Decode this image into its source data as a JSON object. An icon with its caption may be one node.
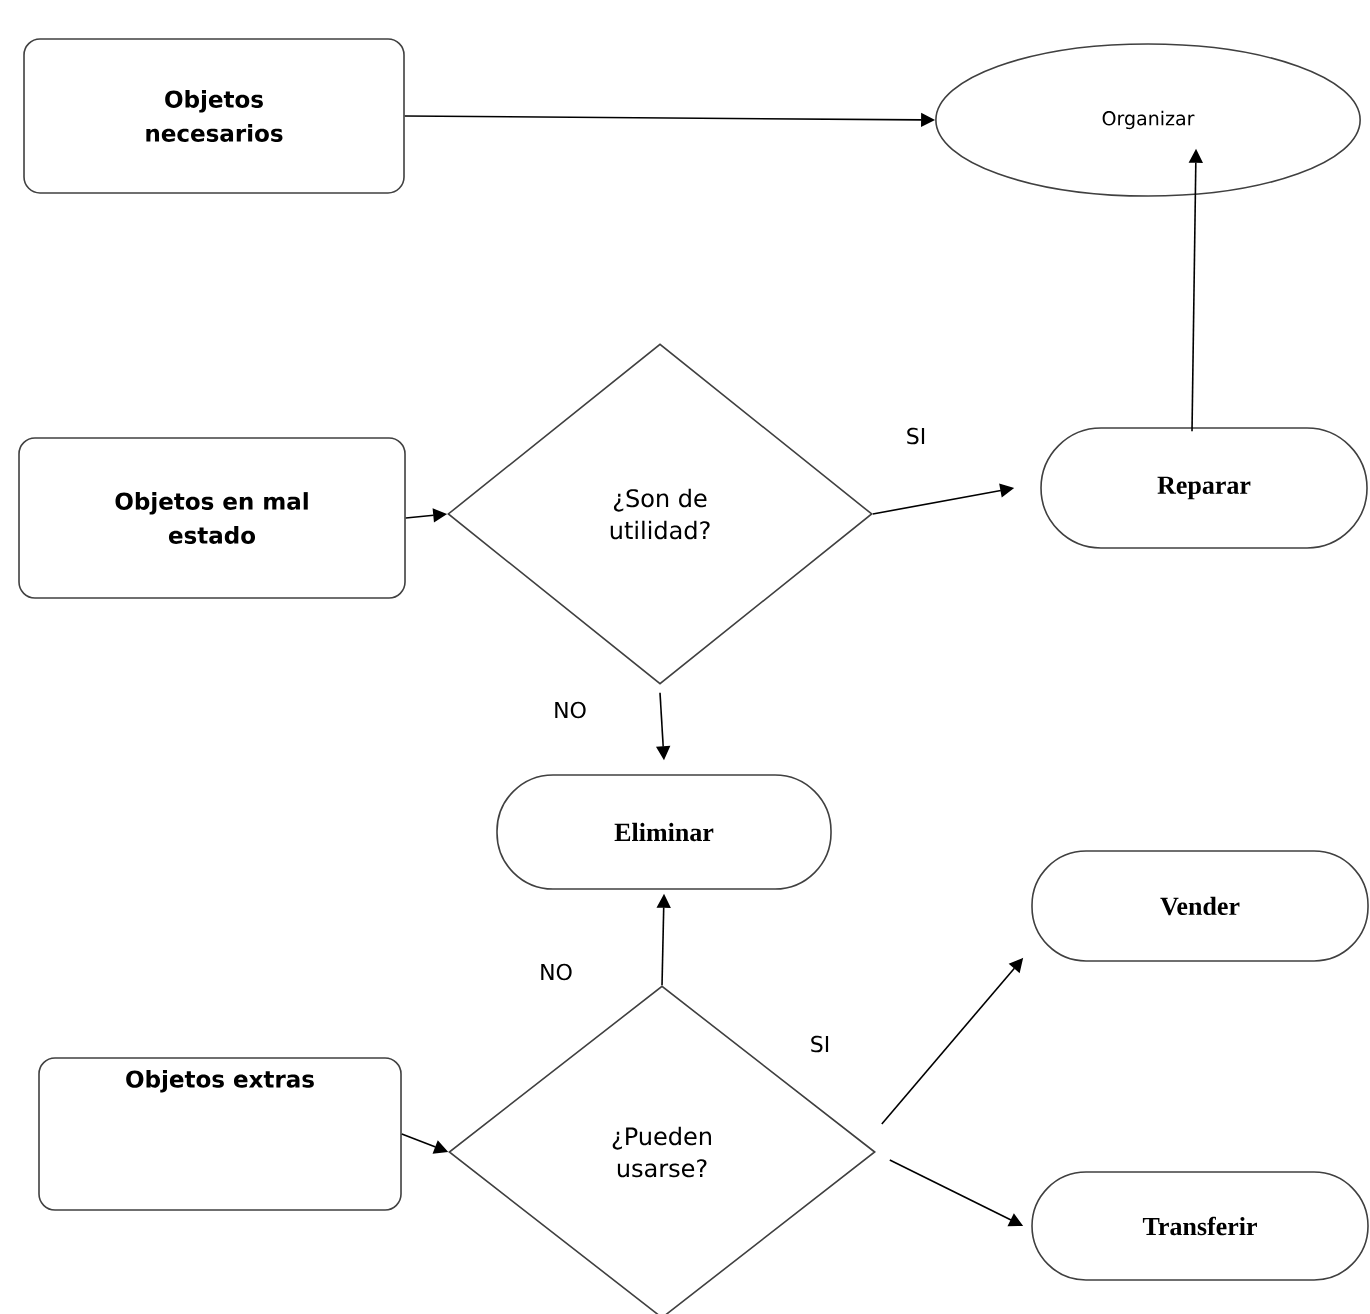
{
  "diagram": {
    "nodes": [
      {
        "text": [
          "Objetos necesarios"
        ]
      },
      {
        "text": [
          "Organizar"
        ]
      },
      {
        "text": [
          "Objetos en mal estado"
        ]
      },
      {
        "text": [
          "¿Son de utilidad?"
        ]
      },
      {
        "text": [
          "Reparar"
        ]
      },
      {
        "text": [
          "Eliminar"
        ]
      },
      {
        "text": [
          "Objetos extras"
        ]
      },
      {
        "text": [
          "¿Pueden usarse?"
        ]
      },
      {
        "text": [
          "Vender"
        ]
      },
      {
        "text": [
          "Transferir"
        ]
      }
    ],
    "edges": [
      {
        "from": 0,
        "to": 1,
        "arrow": "to"
      },
      {
        "from": 4,
        "to": 1,
        "arrow": "to"
      },
      {
        "from": 2,
        "to": 3,
        "arrow": "to"
      },
      {
        "from": 3,
        "to": 4,
        "arrow": "to",
        "label": "SI"
      },
      {
        "from": 3,
        "to": 5,
        "arrow": "to",
        "label": "NO"
      },
      {
        "from": 6,
        "to": 7,
        "arrow": "to"
      },
      {
        "from": 7,
        "to": 5,
        "arrow": "to",
        "label": "NO"
      },
      {
        "from": 7,
        "to": 8,
        "arrow": "to",
        "label": "SI"
      },
      {
        "from": 7,
        "to": 9,
        "arrow": "to"
      }
    ]
  }
}
